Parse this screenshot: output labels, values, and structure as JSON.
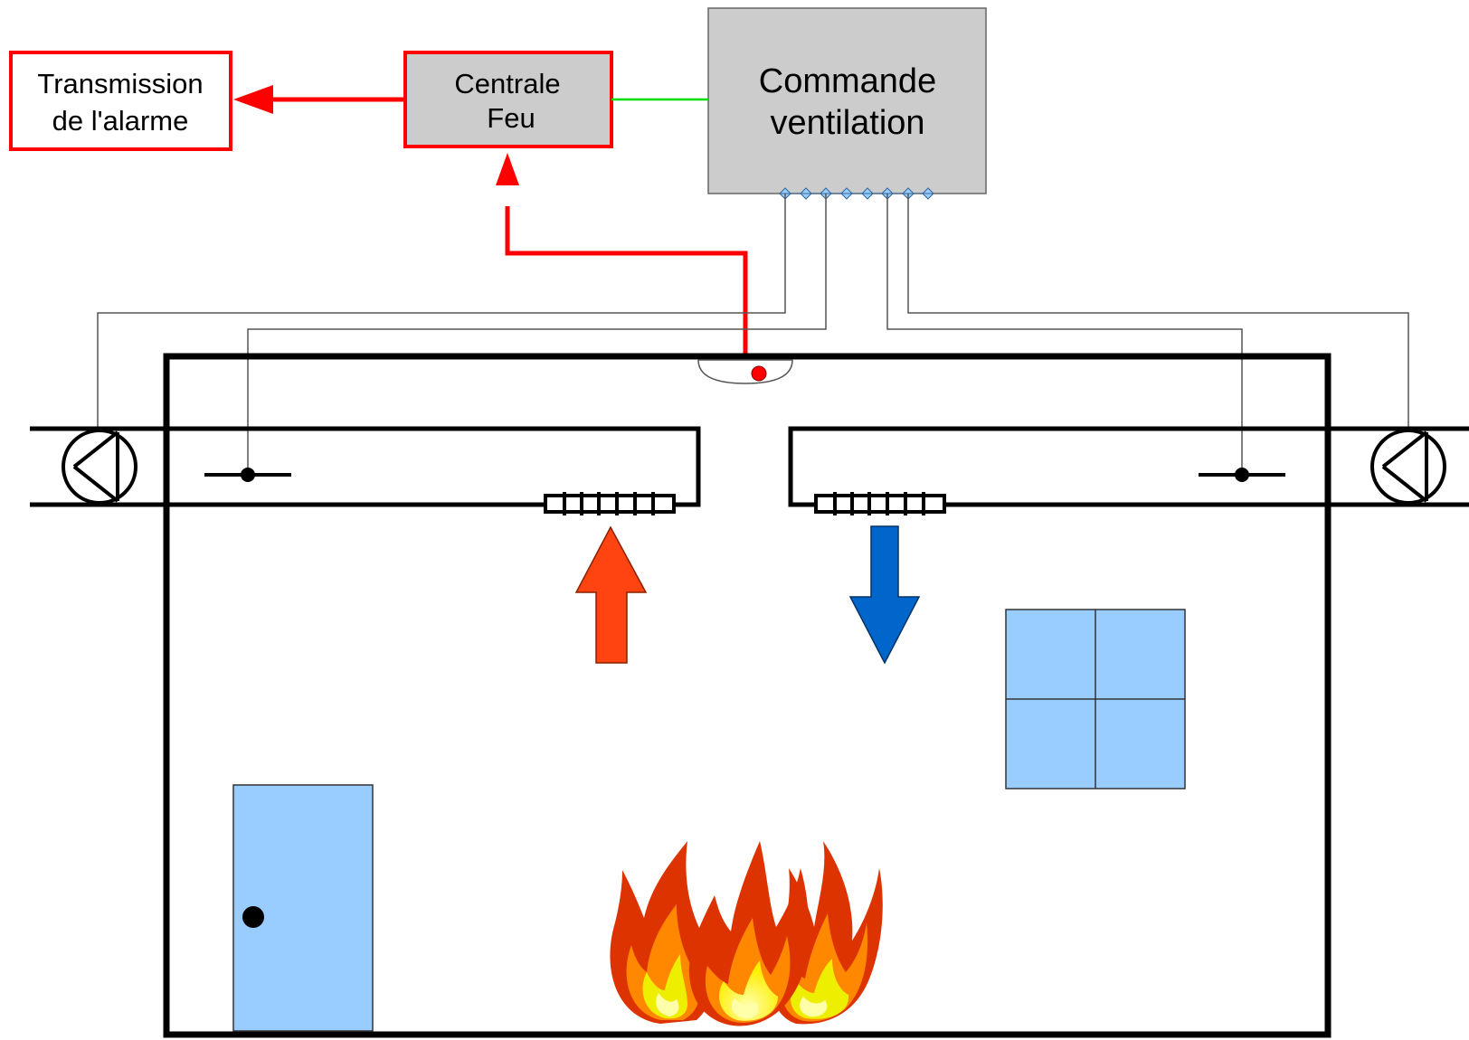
{
  "boxes": {
    "transmission": {
      "line1": "Transmission",
      "line2": "de l'alarme"
    },
    "centrale": {
      "line1": "Centrale",
      "line2": "Feu"
    },
    "commande": {
      "line1": "Commande",
      "line2": "ventilation"
    }
  },
  "colors": {
    "alarm_red": "#ff0000",
    "control_gray": "#cccccc",
    "link_green": "#00dd00",
    "hot_air": "#ff4411",
    "fresh_air": "#0066cc",
    "light_blue": "#99ccff",
    "wall": "#000000"
  },
  "icons": {
    "left_fan": "fan-icon",
    "right_fan": "fan-icon",
    "left_damper": "damper-icon",
    "right_damper": "damper-icon",
    "detector": "smoke-detector-icon",
    "fire": "fire-icon",
    "door": "door-icon",
    "window": "window-icon"
  }
}
